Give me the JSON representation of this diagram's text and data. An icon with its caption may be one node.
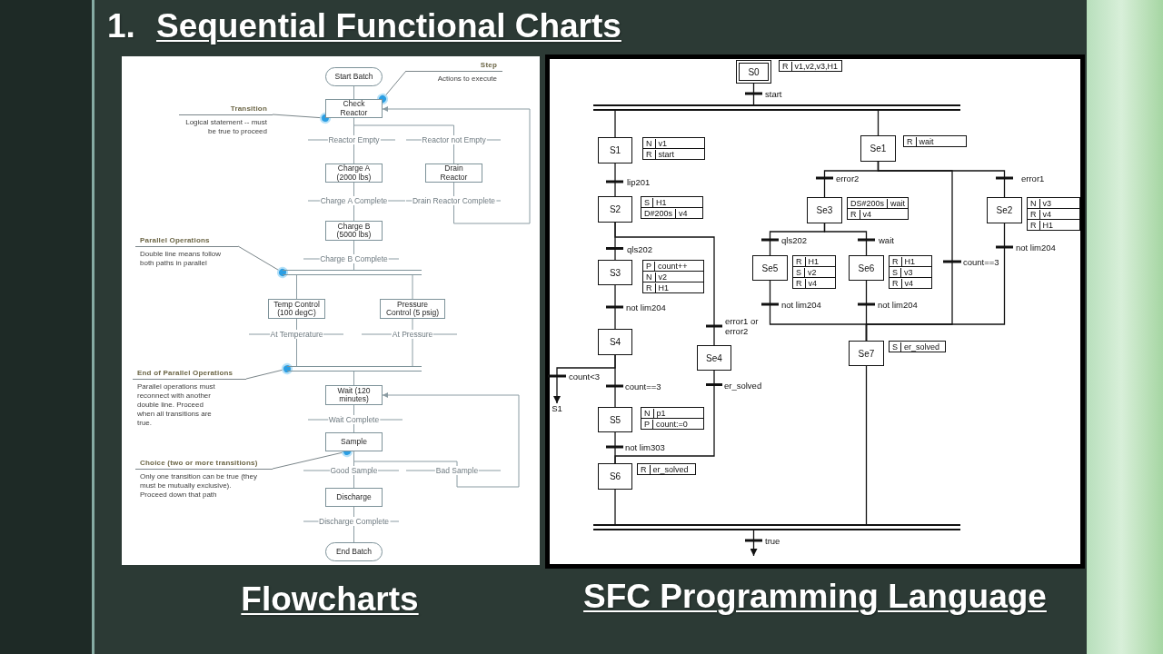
{
  "diagram": {
    "title": "Sequential Functional Charts",
    "nodes": [
      {
        "text": [
          "Step",
          "Actions to execute"
        ]
      },
      {
        "text": [
          "Start Batch"
        ]
      },
      {
        "text": [
          "Check Reactor"
        ]
      },
      {
        "text": [
          "Transition",
          "Logical statement -- must be true to proceed"
        ]
      },
      {
        "text": [
          "Charge A (2000 lbs)"
        ]
      },
      {
        "text": [
          "Drain Reactor"
        ]
      },
      {
        "text": [
          "Charge B (5000 lbs)"
        ]
      },
      {
        "text": [
          "Parallel Operations",
          "Double line means follow both paths in parallel"
        ]
      },
      {
        "text": [],
        "shape": "bar"
      },
      {
        "text": [
          "Temp Control (100 degC)"
        ]
      },
      {
        "text": [
          "Pressure Control (5 psig)"
        ]
      },
      {
        "text": [
          "End of Parallel Operations",
          "Parallel operations must reconnect with another double line. Proceed when all transitions are true."
        ]
      },
      {
        "text": [],
        "shape": "bar"
      },
      {
        "text": [
          "Wait (120 minutes)"
        ]
      },
      {
        "text": [
          "Sample"
        ]
      },
      {
        "text": [
          "Choice (two or more transitions)",
          "Only one transition can be true (they must be mutually exclusive). Proceed down that path"
        ]
      },
      {
        "text": [
          "Discharge"
        ]
      },
      {
        "text": [
          "End Batch"
        ]
      },
      {
        "text": [
          "S0"
        ]
      },
      {
        "text": [
          "R",
          "v1,v2,v3,H1"
        ]
      },
      {
        "text": [],
        "shape": "bar"
      },
      {
        "text": [
          "S1"
        ]
      },
      {
        "text": [
          "N",
          "v1"
        ]
      },
      {
        "text": [
          "R",
          "start"
        ]
      },
      {
        "text": [
          "Se1"
        ]
      },
      {
        "text": [
          "R",
          "wait"
        ]
      },
      {
        "text": [
          "S2"
        ]
      },
      {
        "text": [
          "S",
          "H1"
        ]
      },
      {
        "text": [
          "D#200s",
          "v4"
        ]
      },
      {
        "text": [
          "Se3"
        ]
      },
      {
        "text": [
          "DS#200s",
          "wait"
        ]
      },
      {
        "text": [
          "R",
          "v4"
        ]
      },
      {
        "text": [
          "Se2"
        ]
      },
      {
        "text": [
          "N",
          "v3"
        ]
      },
      {
        "text": [
          "R",
          "v4"
        ]
      },
      {
        "text": [
          "R",
          "H1"
        ]
      },
      {
        "text": [
          "S3"
        ]
      },
      {
        "text": [
          "P",
          "count++"
        ]
      },
      {
        "text": [
          "N",
          "v2"
        ]
      },
      {
        "text": [
          "R",
          "H1"
        ]
      },
      {
        "text": [
          "Se5"
        ]
      },
      {
        "text": [
          "R",
          "H1"
        ]
      },
      {
        "text": [
          "S",
          "v2"
        ]
      },
      {
        "text": [
          "R",
          "v4"
        ]
      },
      {
        "text": [
          "Se6"
        ]
      },
      {
        "text": [
          "R",
          "H1"
        ]
      },
      {
        "text": [
          "S",
          "v3"
        ]
      },
      {
        "text": [
          "R",
          "v4"
        ]
      },
      {
        "text": [
          "S4"
        ]
      },
      {
        "text": [
          "Se4"
        ]
      },
      {
        "text": [
          "Se7"
        ]
      },
      {
        "text": [
          "S",
          "er_solved"
        ]
      },
      {
        "text": [
          "S1"
        ]
      },
      {
        "text": [
          "S5"
        ]
      },
      {
        "text": [
          "N",
          "p1"
        ]
      },
      {
        "text": [
          "P",
          "count:=0"
        ]
      },
      {
        "text": [
          "S6"
        ]
      },
      {
        "text": [
          "R",
          "er_solved"
        ]
      },
      {
        "text": [],
        "shape": "bar"
      }
    ],
    "edges": [
      {
        "from": 1,
        "to": 2,
        "arrow": "none",
        "color": "#8b9ca3"
      },
      {
        "from": 2,
        "to": 4,
        "arrow": "none",
        "label": "Reactor Empty",
        "color": "#8b9ca3"
      },
      {
        "from": 2,
        "to": 5,
        "arrow": "none",
        "label": "Reactor not Empty",
        "color": "#8b9ca3"
      },
      {
        "from": 4,
        "to": 6,
        "arrow": "none",
        "label": "Charge A Complete",
        "color": "#8b9ca3"
      },
      {
        "from": 5,
        "to": 2,
        "arrow": "to",
        "label": "Drain Reactor Complete",
        "color": "#8b9ca3"
      },
      {
        "from": 6,
        "to": 8,
        "arrow": "none",
        "label": "Charge B Complete",
        "color": "#8b9ca3"
      },
      {
        "from": 8,
        "to": 9,
        "arrow": "none",
        "color": "#8b9ca3"
      },
      {
        "from": 8,
        "to": 10,
        "arrow": "none",
        "color": "#8b9ca3"
      },
      {
        "from": 9,
        "to": 12,
        "arrow": "none",
        "label": "At Temperature",
        "color": "#8b9ca3"
      },
      {
        "from": 10,
        "to": 12,
        "arrow": "none",
        "label": "At Pressure",
        "color": "#8b9ca3"
      },
      {
        "from": 12,
        "to": 13,
        "arrow": "none",
        "color": "#8b9ca3"
      },
      {
        "from": 13,
        "to": 14,
        "arrow": "none",
        "label": "Wait Complete",
        "color": "#8b9ca3"
      },
      {
        "from": 14,
        "to": 16,
        "arrow": "none",
        "label": "Good Sample",
        "color": "#8b9ca3"
      },
      {
        "from": 14,
        "to": 13,
        "arrow": "to",
        "label": "Bad Sample",
        "color": "#8b9ca3"
      },
      {
        "from": 16,
        "to": 17,
        "arrow": "none",
        "label": "Discharge Complete",
        "color": "#8b9ca3"
      },
      {
        "from": 0,
        "to": 2,
        "arrow": "other",
        "color": "#7a8589"
      },
      {
        "from": 3,
        "to": 2,
        "arrow": "other",
        "color": "#7a8589"
      },
      {
        "from": 7,
        "to": 8,
        "arrow": "other",
        "color": "#7a8589"
      },
      {
        "from": 11,
        "to": 12,
        "arrow": "other",
        "color": "#7a8589"
      },
      {
        "from": 15,
        "to": 14,
        "arrow": "other",
        "color": "#7a8589"
      },
      {
        "from": 18,
        "to": 20,
        "arrow": "none",
        "label": "start"
      },
      {
        "from": 20,
        "to": 21,
        "arrow": "none"
      },
      {
        "from": 20,
        "to": 24,
        "arrow": "none"
      },
      {
        "from": 21,
        "to": 26,
        "arrow": "none",
        "label": "lip201"
      },
      {
        "from": 24,
        "to": 29,
        "arrow": "none",
        "label": "error2"
      },
      {
        "from": 24,
        "to": 32,
        "arrow": "none",
        "label": "error1"
      },
      {
        "from": 24,
        "to": 50,
        "arrow": "none",
        "label": "count==3"
      },
      {
        "from": 26,
        "to": 36,
        "arrow": "none",
        "label": "qls202"
      },
      {
        "from": 26,
        "to": 49,
        "arrow": "none",
        "label": "error1 or error2"
      },
      {
        "from": 29,
        "to": 40,
        "arrow": "none",
        "label": "qls202"
      },
      {
        "from": 29,
        "to": 44,
        "arrow": "none",
        "label": "wait"
      },
      {
        "from": 32,
        "to": 50,
        "arrow": "none",
        "label": "not lim204"
      },
      {
        "from": 36,
        "to": 48,
        "arrow": "none",
        "label": "not lim204"
      },
      {
        "from": 40,
        "to": 50,
        "arrow": "none",
        "label": "not lim204"
      },
      {
        "from": 44,
        "to": 50,
        "arrow": "none",
        "label": "not lim204"
      },
      {
        "from": 48,
        "to": 52,
        "arrow": "to",
        "label": "count<3"
      },
      {
        "from": 48,
        "to": 53,
        "arrow": "none",
        "label": "count==3"
      },
      {
        "from": 49,
        "to": 56,
        "arrow": "none",
        "label": "er_solved"
      },
      {
        "from": 53,
        "to": 56,
        "arrow": "none",
        "label": "not lim303"
      },
      {
        "from": 56,
        "to": 58,
        "arrow": "none"
      },
      {
        "from": 50,
        "to": 58,
        "arrow": "none"
      },
      {
        "from": 58,
        "to": null,
        "arrow": "to",
        "label": "true"
      }
    ],
    "labels": [
      "1.",
      "Flowcharts",
      "SFC Programming Language"
    ]
  }
}
